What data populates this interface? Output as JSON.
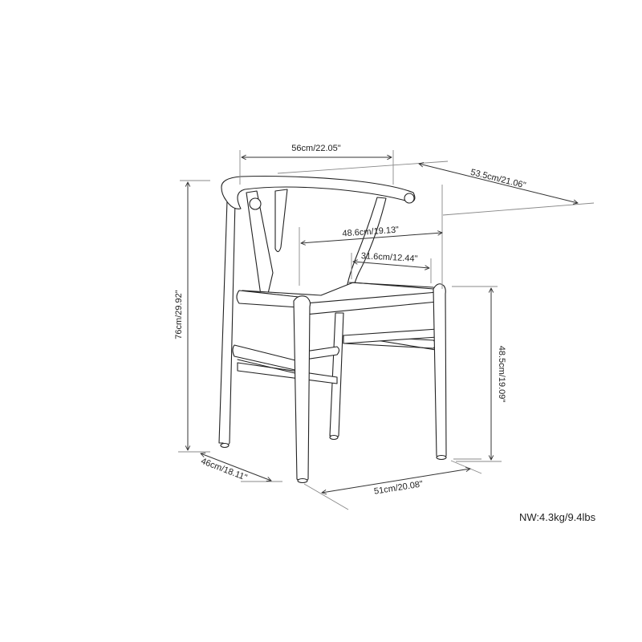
{
  "diagram": {
    "type": "product-dimension-drawing",
    "subject": "wishbone-style armchair",
    "colors": {
      "line": "#222222",
      "extension_line": "#888888",
      "background": "#ffffff"
    },
    "dimensions": {
      "overall_width": "56cm/22.05\"",
      "overall_depth": "53.5cm/21.06\"",
      "inner_arm_width": "48.6cm/19.13\"",
      "seat_depth_inner": "31.6cm/12.44\"",
      "overall_height": "76cm/29.92\"",
      "seat_height": "48.5cm/19.09\"",
      "base_depth": "46cm/18.11\"",
      "base_width": "51cm/20.08\""
    },
    "net_weight": "NW:4.3kg/9.4lbs"
  }
}
